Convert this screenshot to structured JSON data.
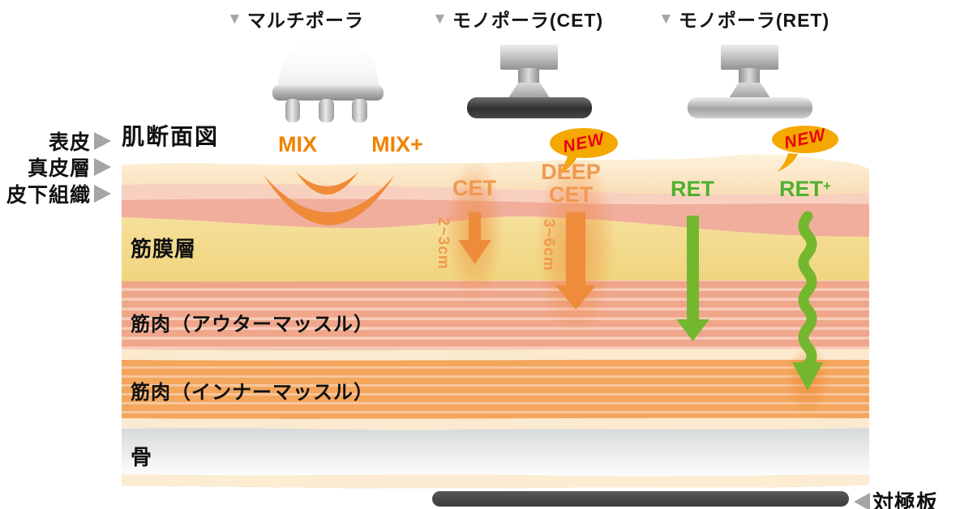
{
  "header": {
    "marker": "▼",
    "columns": [
      {
        "label": "マルチポーラ"
      },
      {
        "label": "モノポーラ(CET)"
      },
      {
        "label": "モノポーラ(RET)"
      }
    ]
  },
  "section_title": "肌断面図",
  "skin_pointers": [
    {
      "label": "表皮"
    },
    {
      "label": "真皮層"
    },
    {
      "label": "皮下組織"
    }
  ],
  "layers": {
    "fascia": "筋膜層",
    "outer_muscle": "筋肉（アウターマッスル）",
    "inner_muscle": "筋肉（インナーマッスル）",
    "bone": "骨"
  },
  "modes": {
    "mix": "MIX",
    "mix_plus": "MIX+",
    "cet": "CET",
    "deep_cet_line1": "DEEP",
    "deep_cet_line2": "CET",
    "cet_depth": "2~3cm",
    "deep_cet_depth": "3~6cm",
    "ret": "RET",
    "ret_plus_base": "RET",
    "ret_plus_sup": "+"
  },
  "badge_new": "NEW",
  "electrode": {
    "marker_left": "◀",
    "label": "対極板"
  },
  "colors": {
    "orange_strong": "#F08300",
    "orange_soft": "#F0994E",
    "orange_arrow": "#EE8C3C",
    "orange_arc": "#EF8A38",
    "green": "#4FB02F",
    "green_arrow": "#74B72E",
    "badge_bg": "#F5A800",
    "badge_text": "#E60012",
    "gray_marker": "#A5A5A5",
    "electrode_bar": "#474747"
  }
}
